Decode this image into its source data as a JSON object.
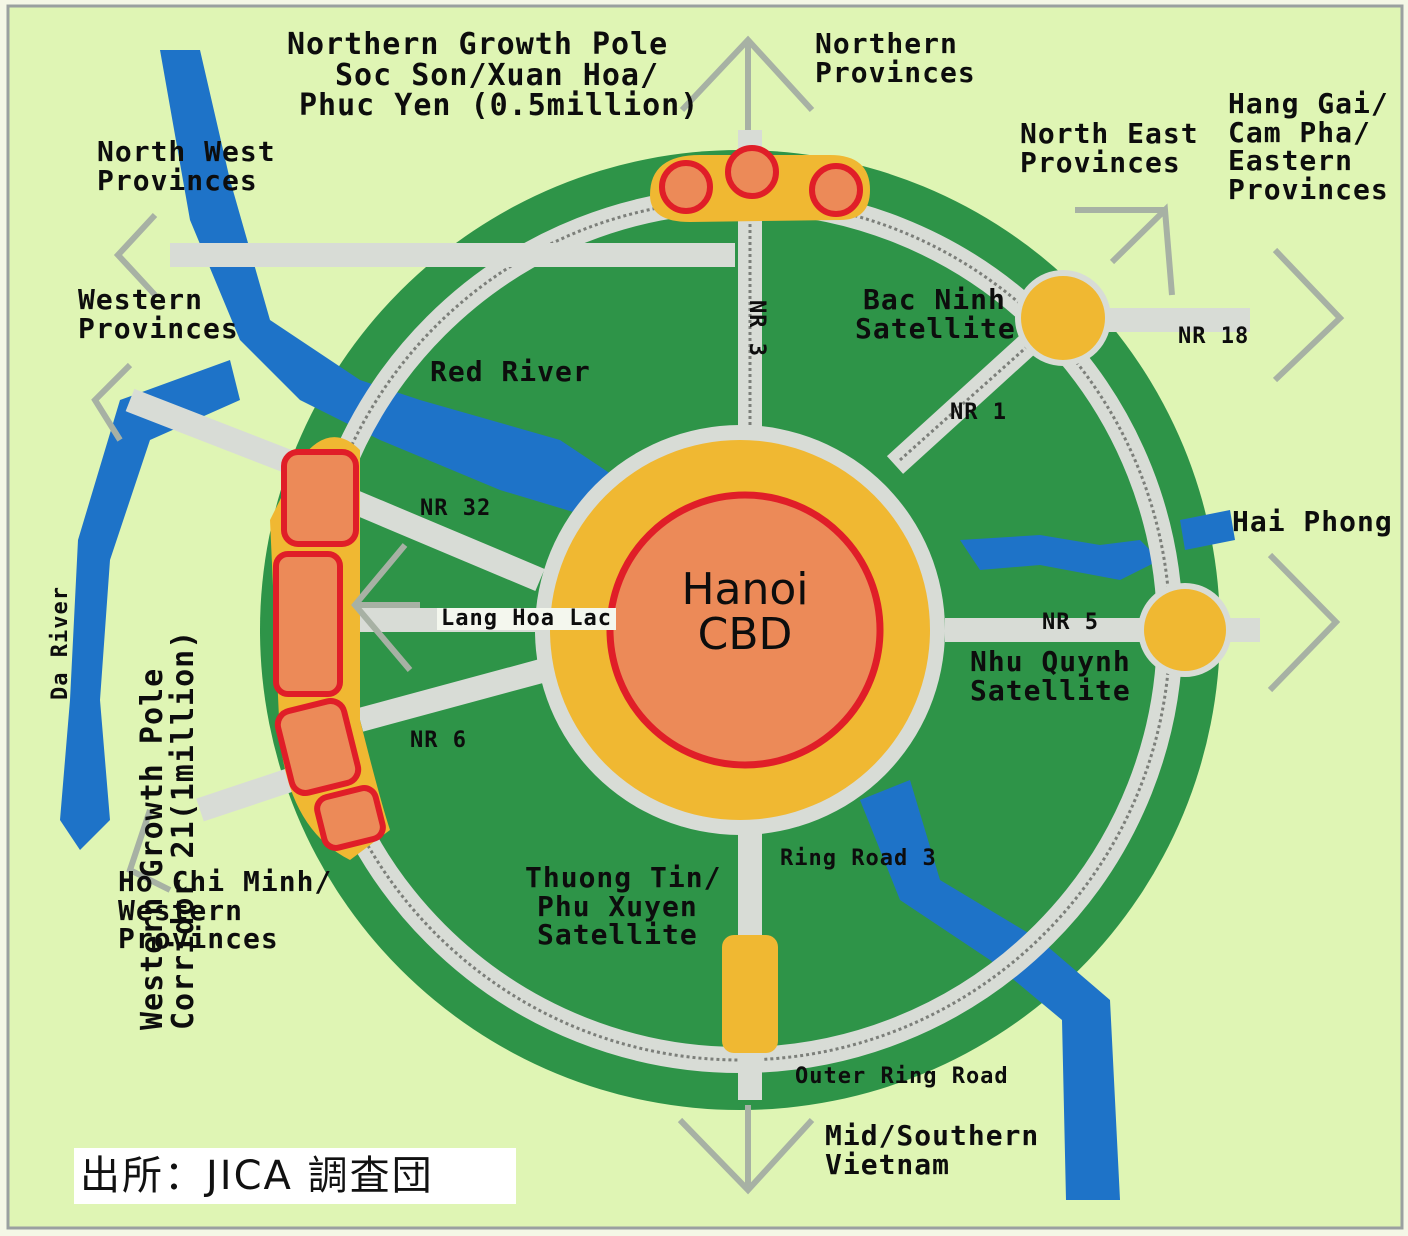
{
  "map": {
    "center": {
      "line1": "Hanoi",
      "line2": "CBD"
    },
    "northern_pole": {
      "line1": "Northern Growth Pole",
      "line2": "Soc Son/Xuan Hoa/",
      "line3": "Phuc Yen (0.5million)"
    },
    "northern_provinces": {
      "line1": "Northern",
      "line2": "Provinces"
    },
    "north_west": {
      "line1": "North West",
      "line2": "Provinces"
    },
    "western": {
      "line1": "Western",
      "line2": "Provinces"
    },
    "north_east": {
      "line1": "North East",
      "line2": "Provinces"
    },
    "hang_gai": {
      "line1": "Hang Gai/",
      "line2": "Cam Pha/",
      "line3": "Eastern",
      "line4": "Provinces"
    },
    "bac_ninh": {
      "line1": "Bac Ninh",
      "line2": "Satellite"
    },
    "red_river": "Red River",
    "hai_phong": "Hai Phong",
    "nhu_quynh": {
      "line1": "Nhu Quynh",
      "line2": "Satellite"
    },
    "thuong_tin": {
      "line1": "Thuong Tin/",
      "line2": "Phu Xuyen",
      "line3": "Satellite"
    },
    "ring_road_3": "Ring Road 3",
    "outer_ring_road": "Outer Ring Road",
    "mid_southern": {
      "line1": "Mid/Southern",
      "line2": "Vietnam"
    },
    "ho_chi_minh": {
      "line1": "Ho Chi Minh/",
      "line2": "Western",
      "line3": "Provinces"
    },
    "western_pole": {
      "line1": "Western Growth Pole",
      "line2": "Corridor 21(1million)"
    },
    "da_river": "Da River",
    "lang_hoa_lac": "Lang Hoa Lac",
    "roads": {
      "nr3": "NR 3",
      "nr1": "NR 1",
      "nr18": "NR 18",
      "nr5": "NR 5",
      "nr32": "NR 32",
      "nr6": "NR 6"
    },
    "source": "出所：JICA 調査団"
  },
  "colors": {
    "background": "#dff5b4",
    "outer_disc": "#2e9448",
    "inner_green": "#3aa64c",
    "road": "#d8dcd6",
    "river": "#1e73c8",
    "yellow": "#f0b832",
    "orange": "#ec8a58",
    "red": "#e01e28"
  }
}
